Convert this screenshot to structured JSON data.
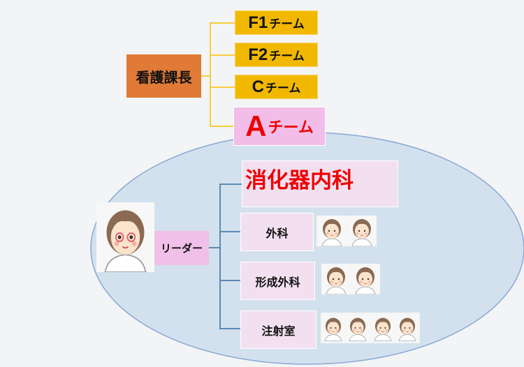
{
  "head": {
    "label": "看護課長"
  },
  "teams": [
    {
      "prefix": "F1",
      "suffix": "チーム"
    },
    {
      "prefix": "F2",
      "suffix": "チーム"
    },
    {
      "prefix": "C",
      "suffix": "チーム"
    },
    {
      "prefix": "A",
      "suffix": "チーム"
    }
  ],
  "leader": {
    "label": "リーダー"
  },
  "departments": [
    {
      "label": "消化器内科",
      "staff": 0
    },
    {
      "label": "外科",
      "staff": 2
    },
    {
      "label": "形成外科",
      "staff": 2
    },
    {
      "label": "注射室",
      "staff": 4
    }
  ],
  "colors": {
    "head": "#e07a36",
    "team": "#f2b800",
    "team_a": "#f2bde8",
    "highlight_text": "#ee0000",
    "ellipse": "#d3e1ee"
  }
}
